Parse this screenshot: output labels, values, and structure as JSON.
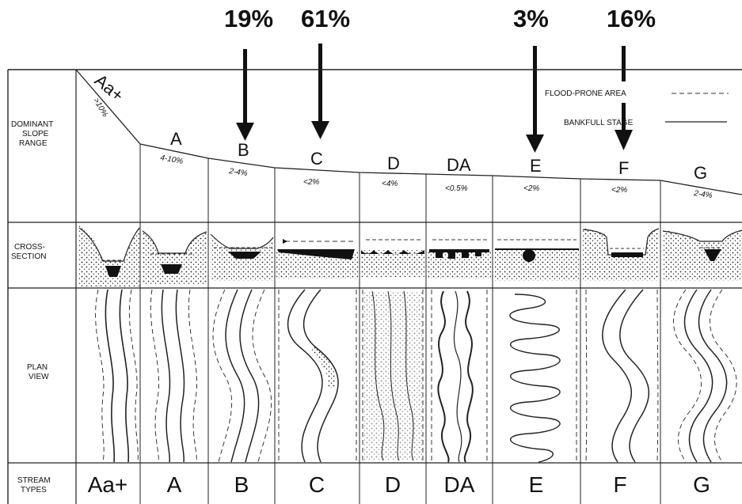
{
  "arrow_percents": [
    {
      "label": "19%",
      "type": "B"
    },
    {
      "label": "61%",
      "type": "C"
    },
    {
      "label": "3%",
      "type": "E"
    },
    {
      "label": "16%",
      "type": "F"
    }
  ],
  "row_labels": {
    "slope": [
      "DOMINANT",
      "SLOPE",
      "RANGE"
    ],
    "cross": [
      "CROSS-",
      "SECTION"
    ],
    "plan": [
      "PLAN",
      "VIEW"
    ],
    "types": [
      "STREAM",
      "TYPES"
    ]
  },
  "legend": {
    "flood": "FLOOD-PRONE AREA",
    "bankfull": "BANKFULL STAGE"
  },
  "stream_types": [
    {
      "letter": "Aa+",
      "slope": ">10%"
    },
    {
      "letter": "A",
      "slope": "4-10%"
    },
    {
      "letter": "B",
      "slope": "2-4%"
    },
    {
      "letter": "C",
      "slope": "<2%"
    },
    {
      "letter": "D",
      "slope": "<4%"
    },
    {
      "letter": "DA",
      "slope": "<0.5%"
    },
    {
      "letter": "E",
      "slope": "<2%"
    },
    {
      "letter": "F",
      "slope": "<2%"
    },
    {
      "letter": "G",
      "slope": "2-4%"
    }
  ]
}
